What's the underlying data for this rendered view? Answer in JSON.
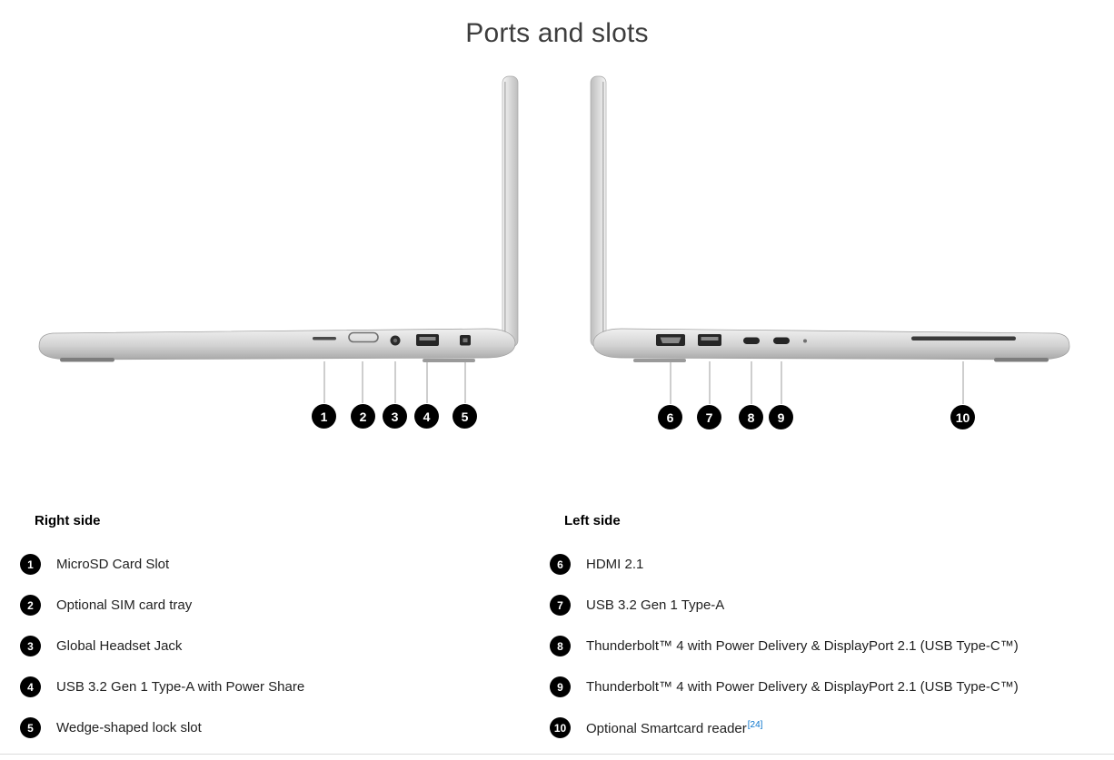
{
  "page": {
    "title": "Ports and slots"
  },
  "colors": {
    "callout_background": "#000000",
    "footnote_link_blue": "#0672cb",
    "laptop_silver": "#cfcfcf"
  },
  "sections": [
    {
      "heading": "Right side",
      "items": [
        {
          "num": "1",
          "label": "MicroSD Card Slot"
        },
        {
          "num": "2",
          "label": "Optional SIM card tray"
        },
        {
          "num": "3",
          "label": "Global Headset Jack"
        },
        {
          "num": "4",
          "label": "USB 3.2 Gen 1 Type-A with Power Share"
        },
        {
          "num": "5",
          "label": "Wedge-shaped lock slot"
        }
      ]
    },
    {
      "heading": "Left side",
      "items": [
        {
          "num": "6",
          "label": "HDMI 2.1"
        },
        {
          "num": "7",
          "label": "USB 3.2 Gen 1 Type-A"
        },
        {
          "num": "8",
          "label": "Thunderbolt™ 4 with Power Delivery & DisplayPort 2.1 (USB Type-C™)"
        },
        {
          "num": "9",
          "label": "Thunderbolt™ 4 with Power Delivery & DisplayPort 2.1 (USB Type-C™)"
        },
        {
          "num": "10",
          "label": "Optional Smartcard reader",
          "superscript": "[24]"
        }
      ]
    }
  ]
}
